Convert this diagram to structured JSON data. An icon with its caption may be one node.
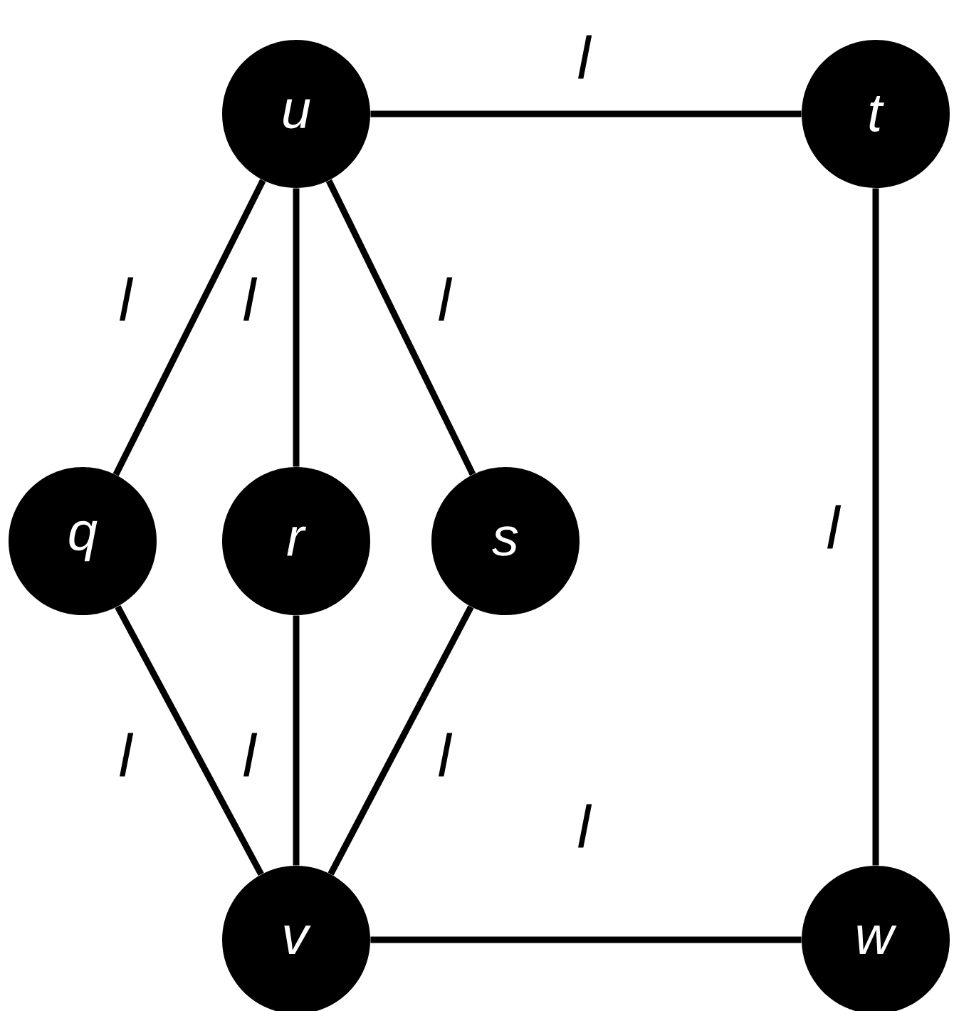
{
  "diagram": {
    "nodes": [
      {
        "text": [
          "*u*"
        ]
      },
      {
        "text": [
          "*t*"
        ]
      },
      {
        "text": [
          "*q*"
        ]
      },
      {
        "text": [
          "*r*"
        ]
      },
      {
        "text": [
          "*s*"
        ]
      },
      {
        "text": [
          "*v*"
        ]
      },
      {
        "text": [
          "*w*"
        ]
      }
    ],
    "edges": [
      {
        "from": 0,
        "to": 1,
        "arrow": "none",
        "label": "l"
      },
      {
        "from": 0,
        "to": 2,
        "arrow": "none",
        "label": "l"
      },
      {
        "from": 0,
        "to": 3,
        "arrow": "none",
        "label": "l"
      },
      {
        "from": 0,
        "to": 4,
        "arrow": "none",
        "label": "l"
      },
      {
        "from": 1,
        "to": 6,
        "arrow": "none",
        "label": "l"
      },
      {
        "from": 2,
        "to": 5,
        "arrow": "none",
        "label": "l"
      },
      {
        "from": 3,
        "to": 5,
        "arrow": "none",
        "label": "l"
      },
      {
        "from": 4,
        "to": 5,
        "arrow": "none",
        "label": "l"
      },
      {
        "from": 5,
        "to": 6,
        "arrow": "none",
        "label": "l"
      }
    ]
  }
}
